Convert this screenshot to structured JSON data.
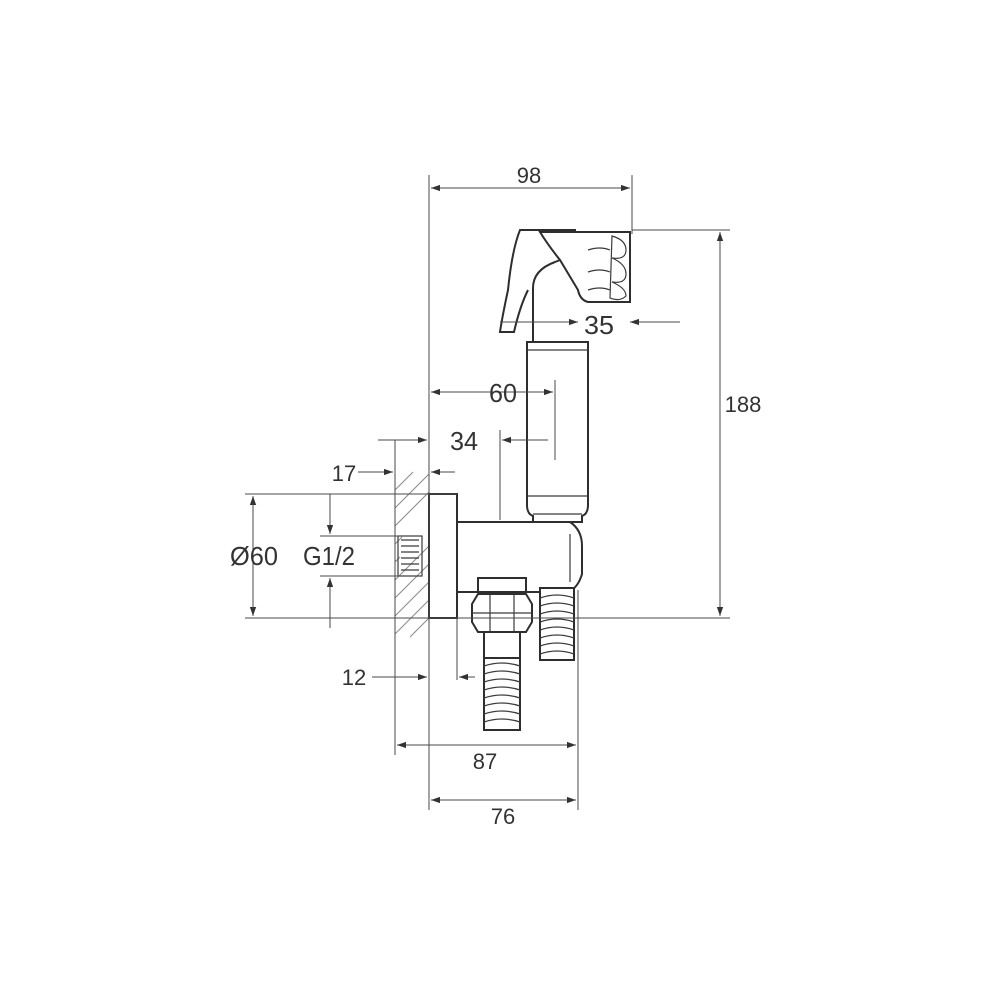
{
  "dimensions": {
    "width_total": "98",
    "nozzle_depth": "35",
    "height_total": "188",
    "handle_offset": "60",
    "outlet_offset": "34",
    "wall_flange": "17",
    "flange_diameter": "Ø60",
    "thread": "G1/2",
    "wall_gap": "12",
    "depth_with_wall": "87",
    "depth_body": "76"
  },
  "colors": {
    "line": "#2e2e2e",
    "hatch": "#888888",
    "text": "#333333"
  }
}
